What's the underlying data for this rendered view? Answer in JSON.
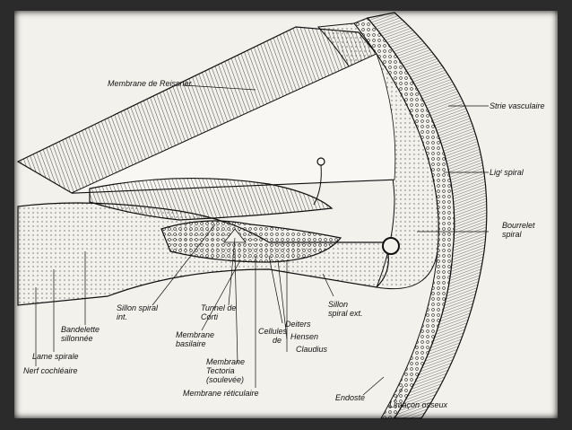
{
  "labels": {
    "reissner": "Membrane de Reissner",
    "strie": "Strie vasculaire",
    "lig_spiral": "Ligᵗ spiral",
    "bourrelet_1": "Bourrelet",
    "bourrelet_2": "spiral",
    "sillon_int_1": "Sillon spiral",
    "sillon_int_2": "int.",
    "tunnel_1": "Tunnel de",
    "tunnel_2": "Corti",
    "sillon_ext_1": "Sillon",
    "sillon_ext_2": "spiral ext.",
    "deiters": "Deiters",
    "cellules_1": "Cellules",
    "cellules_2": "de",
    "hensen": "Hensen",
    "claudius": "Claudius",
    "bandelette_1": "Bandelette",
    "bandelette_2": "sillonnée",
    "lame": "Lame spirale",
    "nerf": "Nerf cochléaire",
    "basilaire_1": "Membrane",
    "basilaire_2": "basilaire",
    "tectoria_1": "Membrane",
    "tectoria_2": "Tectoria",
    "tectoria_3": "(soulevée)",
    "reticulaire": "Membrane réticulaire",
    "endoste": "Endoste",
    "limacon": "Limaçon osseux"
  },
  "colors": {
    "frame": "#2b2b2b",
    "paper": "#f3f1ec",
    "ink": "#111111"
  }
}
